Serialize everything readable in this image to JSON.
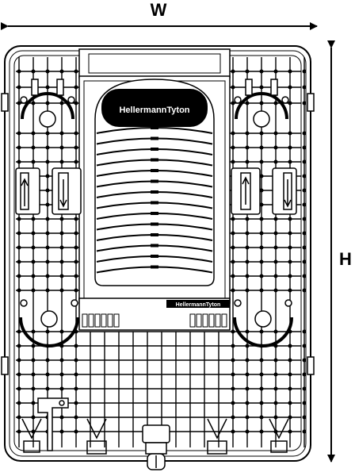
{
  "dimensions": {
    "width_label": "W",
    "height_label": "H"
  },
  "tray_stack": {
    "brand_label": "HellermannTyton",
    "tray_count": 14
  },
  "lower_panel": {
    "brand_label": "HellermannTyton"
  },
  "colors": {
    "line": "#000000",
    "background": "#ffffff"
  }
}
